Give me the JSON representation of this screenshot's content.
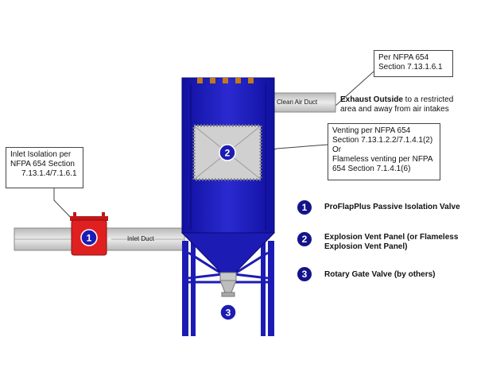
{
  "colors": {
    "collector": "#1c1cb4",
    "valve": "#e02020",
    "duct": "#d4d4d4",
    "legend_bullet": "#14148a"
  },
  "ducts": {
    "inlet": "Inlet Duct",
    "clean_air": "Clean Air Duct"
  },
  "badges": {
    "valve": "1",
    "vent": "2",
    "rotary": "3"
  },
  "callouts": {
    "inlet_isolation": [
      "Inlet Isolation per",
      "NFPA 654 Section",
      "7.13.1.4/7.1.6.1"
    ],
    "exhaust_nfpa": [
      "Per NFPA 654",
      "Section 7.13.1.6.1"
    ],
    "exhaust_note": {
      "bold": "Exhaust Outside",
      "rest": " to a restricted",
      "line2": "area and away from air intakes"
    },
    "venting": [
      "Venting per NFPA 654",
      "Section 7.13.1.2.2/7.1.4.1(2)",
      "Or",
      "Flameless venting per NFPA",
      "654 Section 7.1.4.1(6)"
    ]
  },
  "legend": [
    {
      "number": "1",
      "lines": [
        "ProFlapPlus Passive Isolation Valve"
      ]
    },
    {
      "number": "2",
      "lines": [
        "Explosion Vent Panel (or Flameless",
        "Explosion Vent Panel)"
      ]
    },
    {
      "number": "3",
      "lines": [
        "Rotary Gate Valve (by others)"
      ]
    }
  ]
}
